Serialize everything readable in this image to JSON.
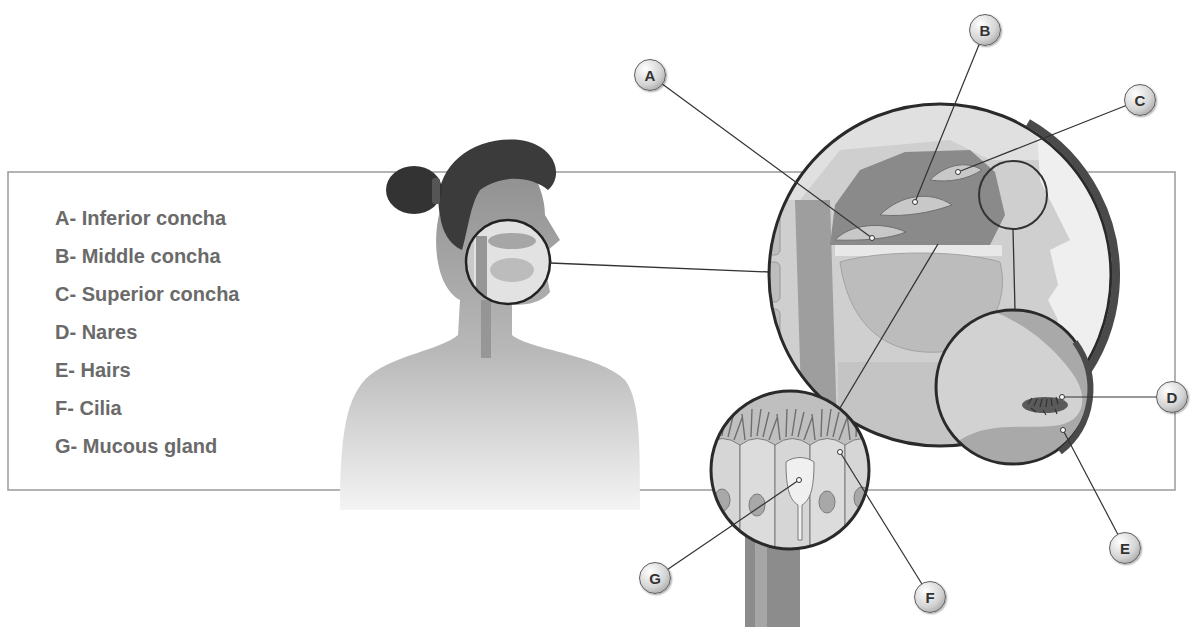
{
  "diagram": {
    "nodes": [
      {
        "text": [
          "A"
        ]
      },
      {
        "text": [
          "B"
        ]
      },
      {
        "text": [
          "C"
        ]
      },
      {
        "text": [
          "D"
        ]
      },
      {
        "text": [
          "E"
        ]
      },
      {
        "text": [
          "F"
        ]
      },
      {
        "text": [
          "G"
        ]
      }
    ],
    "labels": [
      "A- Inferior concha",
      "B- Middle concha",
      "C- Superior concha",
      "D- Nares",
      "E- Hairs",
      "F- Cilia",
      "G- Mucous gland"
    ]
  }
}
